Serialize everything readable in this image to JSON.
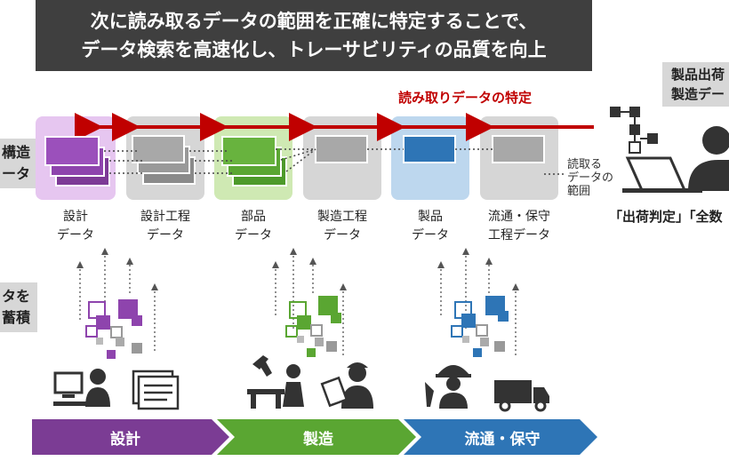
{
  "headline": {
    "line1": "次に読み取るデータの範囲を正確に特定することで、",
    "line2": "データ検索を高速化し、トレーサビリティの品質を向上"
  },
  "left_labels": {
    "top": [
      "構造",
      "ータ"
    ],
    "bottom": [
      "タを",
      "蓄積"
    ]
  },
  "right_panel": {
    "label_lines": [
      "製品出荷",
      "製造デー"
    ],
    "quote": "「出荷判定」「全数"
  },
  "annotation": "読み取りデータの特定",
  "range_label": [
    "読取る",
    "データの",
    "範囲"
  ],
  "stages": [
    {
      "id": "design",
      "label": [
        "設計",
        "データ"
      ],
      "color": "#8e44ad",
      "bg": "#e6c6f0"
    },
    {
      "id": "design-process",
      "label": [
        "設計工程",
        "データ"
      ],
      "color": "#9a9a9a",
      "bg": "#d6d6d6"
    },
    {
      "id": "parts",
      "label": [
        "部品",
        "データ"
      ],
      "color": "#5aa632",
      "bg": "#cfe9b3"
    },
    {
      "id": "manufacturing-process",
      "label": [
        "製造工程",
        "データ"
      ],
      "color": "#9a9a9a",
      "bg": "#d6d6d6"
    },
    {
      "id": "product",
      "label": [
        "製品",
        "データ"
      ],
      "color": "#2e75b6",
      "bg": "#bdd7ee"
    },
    {
      "id": "distribution-maintenance",
      "label": [
        "流通・保守",
        "工程データ"
      ],
      "color": "#9a9a9a",
      "bg": "#d6d6d6"
    }
  ],
  "phases": [
    {
      "label": "設計",
      "color": "#7b3c94"
    },
    {
      "label": "製造",
      "color": "#5aa632"
    },
    {
      "label": "流通・保守",
      "color": "#2e75b6"
    }
  ],
  "icons": [
    "computer-user-icon",
    "documents-icon",
    "robot-arm-worker-icon",
    "tablet-worker-icon",
    "hardhat-technician-icon",
    "delivery-truck-icon",
    "flowchart-icon",
    "laptop-user-icon"
  ]
}
